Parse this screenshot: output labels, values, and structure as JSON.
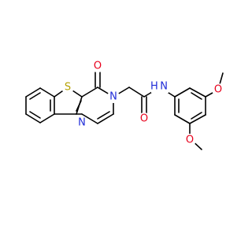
{
  "colors": {
    "background": "#ffffff",
    "bond": "#000000",
    "S": "#b5a100",
    "O": "#e8001c",
    "N": "#1f2bd8"
  },
  "atom_labels": {
    "S": "S",
    "O_ketone": "O",
    "N3": "N",
    "N1": "N",
    "O_amide": "O",
    "NH": "H N",
    "O_methoxy_top": "O",
    "O_methoxy_bottom": "O"
  }
}
